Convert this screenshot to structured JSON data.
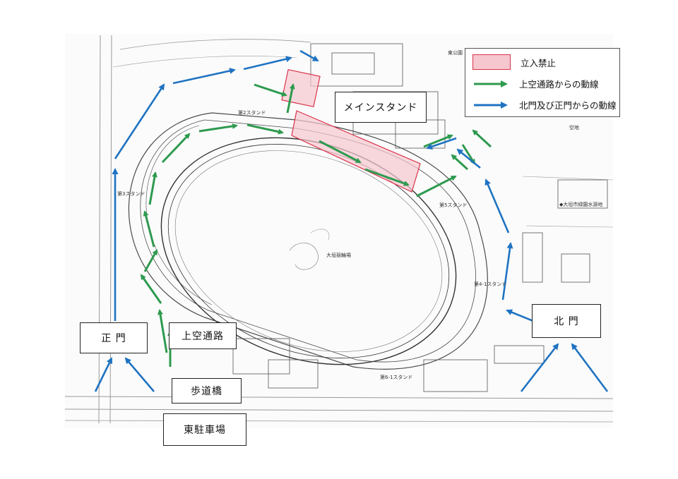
{
  "legend": {
    "restricted": "立入禁止",
    "overpass_route": "上空通路からの動線",
    "gate_route": "北門及び正門からの動線"
  },
  "labels": {
    "main_stand": "メインスタンド",
    "main_gate": "正 門",
    "overpass": "上空通路",
    "footbridge": "歩道橋",
    "east_parking": "東駐車場",
    "north_gate": "北 門"
  },
  "map_text": {
    "velodrome": "大垣競輪場",
    "stand_2": "第2スタンド",
    "stand_3": "第3スタンド",
    "stand_5": "第5スタンド",
    "stand_4_1": "第4-1スタンド",
    "stand_6_1": "第6-1スタンド",
    "vacant": "空地",
    "water_source": "◆大垣市緑園水源地",
    "east_park": "東公園"
  },
  "colors": {
    "green_arrow": "#2e9a4f",
    "blue_arrow": "#1f73c2",
    "restricted_fill": "#f6c7cf",
    "restricted_edge": "#d9334a"
  }
}
